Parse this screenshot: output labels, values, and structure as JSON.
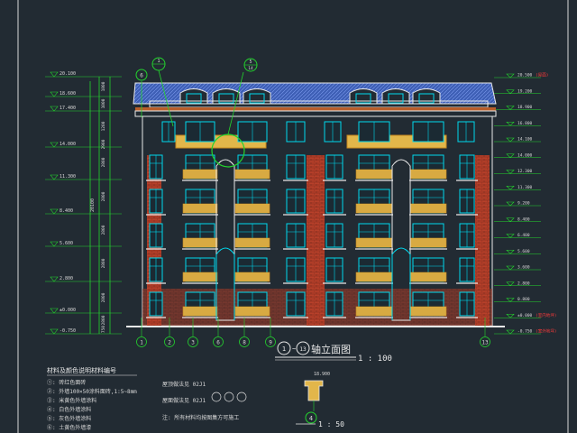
{
  "title": "①~⑬轴立面图",
  "title_main": "轴立面图",
  "title_axis_start": "1",
  "title_axis_end": "13",
  "scale": "1 : 100",
  "detail_scale": "1 : 50",
  "detail_number": "4",
  "detail_elev": "18.900",
  "left_elevations": [
    "20.100",
    "18.600",
    "17.400",
    "14.000",
    "11.300",
    "8.400",
    "5.600",
    "2.800",
    "±0.000",
    "-0.750"
  ],
  "left_dims": [
    "1800",
    "1000",
    "1200",
    "2900",
    "2800",
    "2800",
    "2800",
    "2800",
    "2800",
    "2800",
    "750"
  ],
  "left_total": "20100",
  "right_elevations": [
    "20.500",
    "19.200",
    "18.900",
    "16.800",
    "14.100",
    "14.000",
    "12.300",
    "11.300",
    "9.200",
    "8.400",
    "6.400",
    "5.600",
    "3.600",
    "2.800",
    "0.800",
    "±0.000",
    "-0.750"
  ],
  "right_level_tags": [
    "(屋面)",
    "(室内地坪)",
    "(室外地坪)"
  ],
  "axis_bubbles": [
    "1",
    "2",
    "3",
    "6",
    "8",
    "9",
    "13"
  ],
  "top_bubbles": [
    "6",
    "1"
  ],
  "detail_bubble": {
    "num": "5",
    "sheet": "14"
  },
  "notes_title": "材料及颜色说明材料编号",
  "notes": [
    "①: 砖红色面砖",
    "②: 外墙100×50涂料面砖,1:5~8mm",
    "③: 米黄色外墙涂料",
    "④: 白色外墙涂料",
    "⑤: 灰色外墙涂料",
    "⑥: 土黄色外墙漆"
  ],
  "ref_note_1": "屋顶做法见 02J1",
  "ref_note_2": "屋面做法见 02J1",
  "ref_note_3": "注: 所有材料均按图集方可施工",
  "colors": {
    "background": "#222b33",
    "brick": "#c0462a",
    "yellow": "#e2b64a",
    "cyan": "#00d8ee",
    "white_line": "#e8e8e8",
    "green": "#24d42e",
    "roof": "#4b6ec8",
    "red": "#ff3a3a"
  }
}
